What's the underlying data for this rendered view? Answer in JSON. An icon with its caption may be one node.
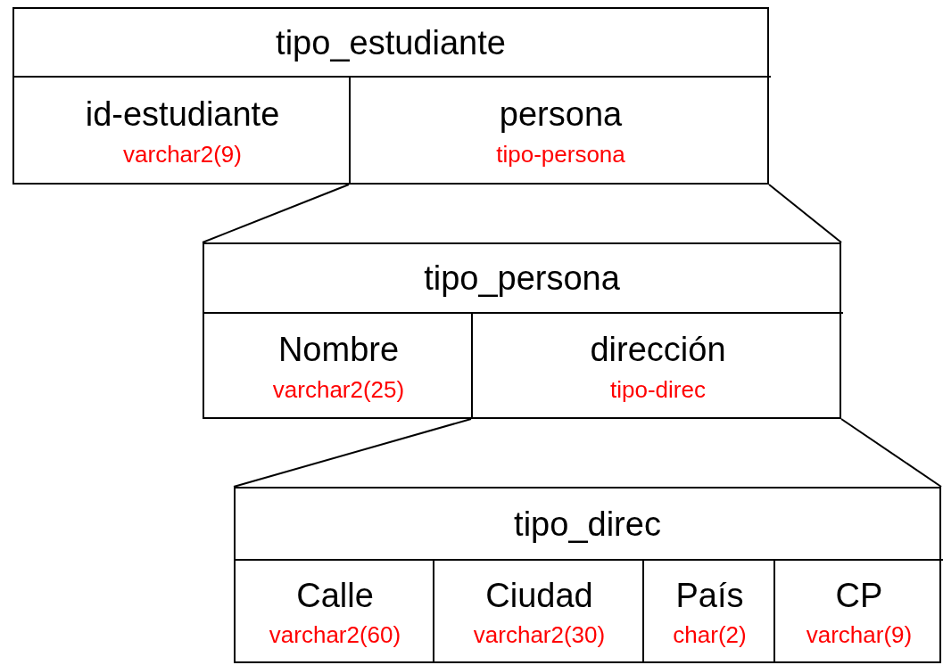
{
  "diagram": {
    "nodes": [
      {
        "text": [
          "tipo_estudiante"
        ]
      },
      {
        "text": [
          "id-estudiante",
          "varchar2(9)"
        ],
        "in": 0
      },
      {
        "text": [
          "persona",
          "tipo-persona"
        ],
        "in": 0
      },
      {
        "text": [
          "tipo_persona"
        ]
      },
      {
        "text": [
          "Nombre",
          "varchar2(25)"
        ],
        "in": 3
      },
      {
        "text": [
          "dirección",
          "tipo-direc"
        ],
        "in": 3
      },
      {
        "text": [
          "tipo_direc"
        ]
      },
      {
        "text": [
          "Calle",
          "varchar2(60)"
        ],
        "in": 6
      },
      {
        "text": [
          "Ciudad",
          "varchar2(30)"
        ],
        "in": 6
      },
      {
        "text": [
          "País",
          "char(2)"
        ],
        "in": 6
      },
      {
        "text": [
          "CP",
          "varchar(9)"
        ],
        "in": 6
      }
    ],
    "edges": [
      {
        "from": 2,
        "to": 3,
        "arrow": "none"
      },
      {
        "from": 2,
        "to": 3,
        "arrow": "none"
      },
      {
        "from": 5,
        "to": 6,
        "arrow": "none"
      },
      {
        "from": 5,
        "to": 6,
        "arrow": "none"
      }
    ]
  }
}
